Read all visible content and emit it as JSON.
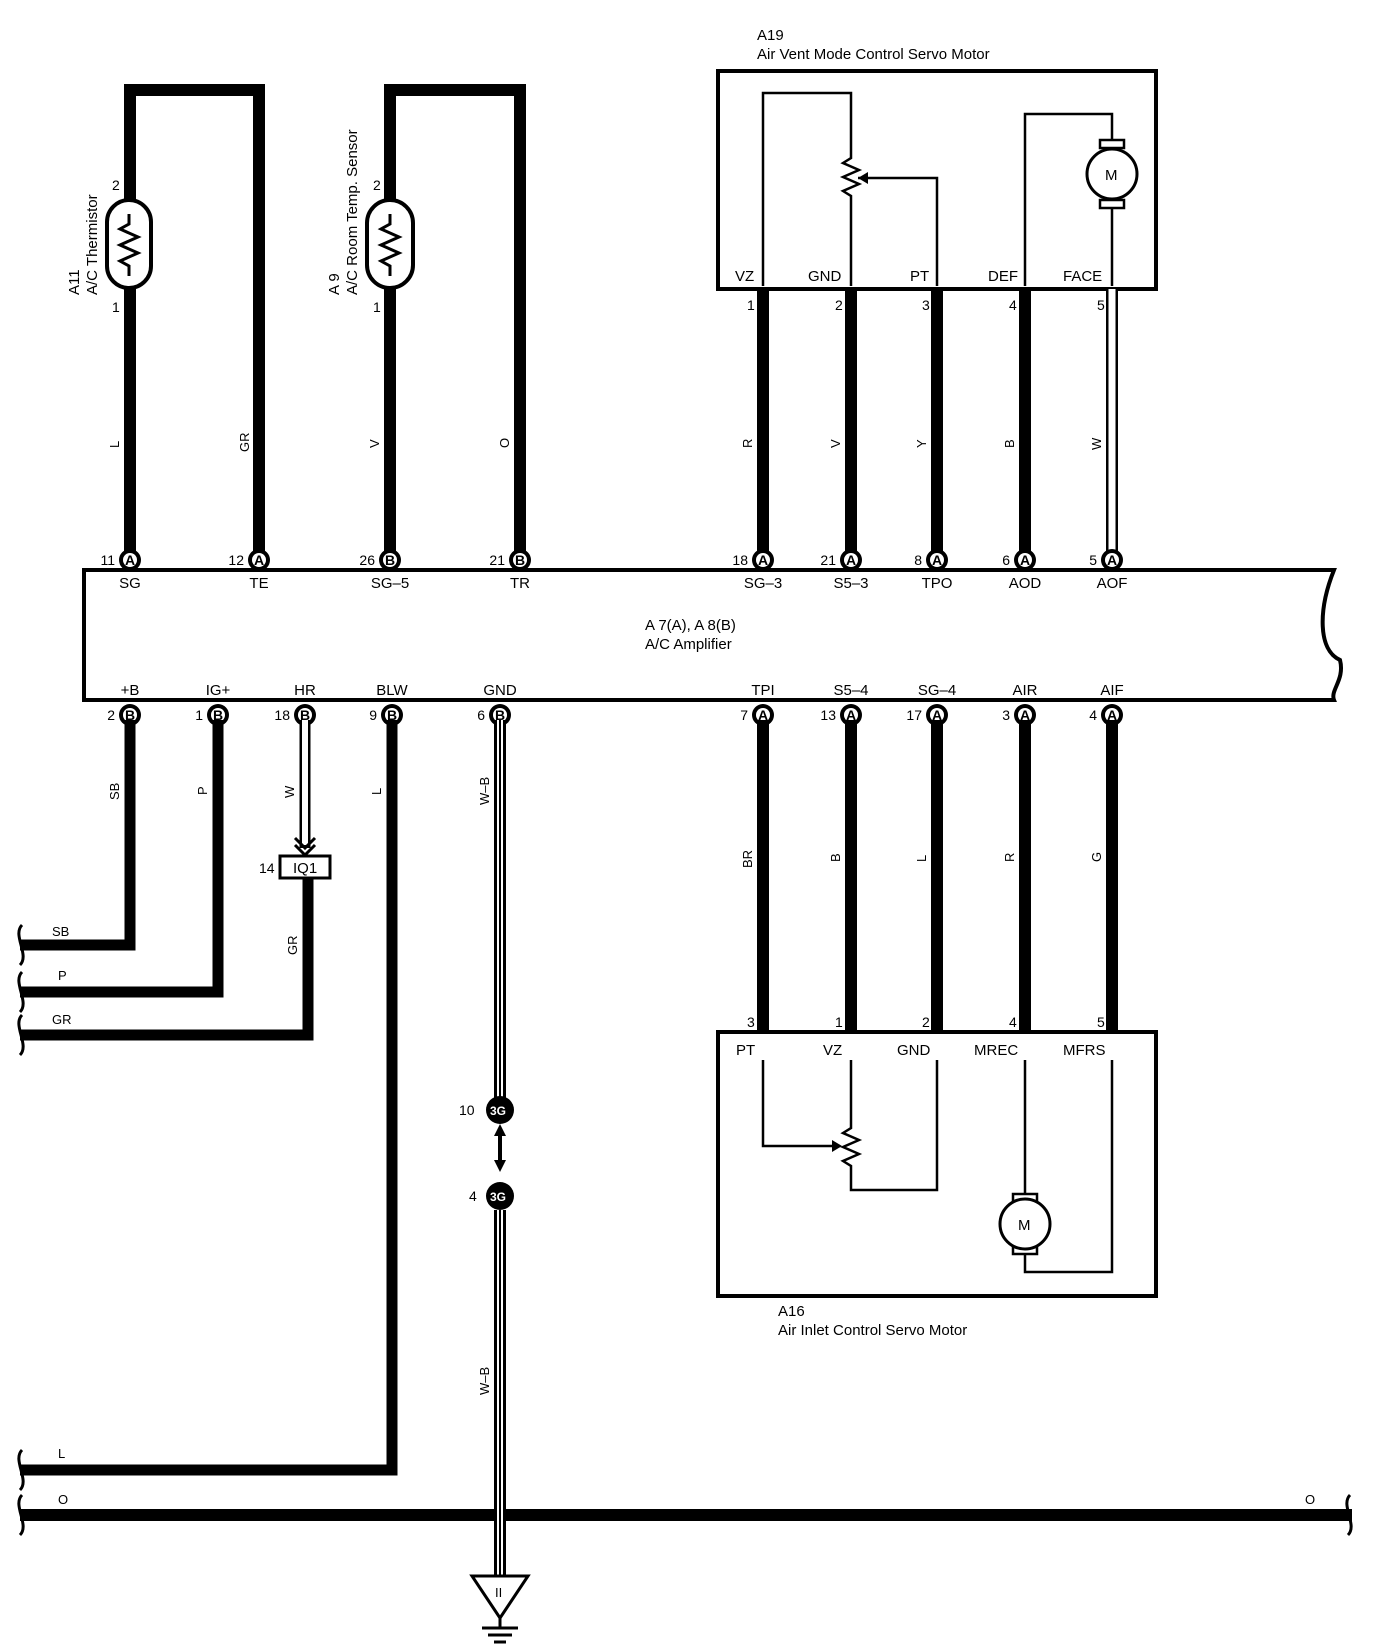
{
  "amplifier": {
    "id": "A 7(A), A 8(B)",
    "name": "A/C Amplifier",
    "top_terminals": [
      {
        "pin": "11",
        "conn": "A",
        "name": "SG",
        "wire": "L"
      },
      {
        "pin": "12",
        "conn": "A",
        "name": "TE",
        "wire": "GR"
      },
      {
        "pin": "26",
        "conn": "B",
        "name": "SG–5",
        "wire": "V"
      },
      {
        "pin": "21",
        "conn": "B",
        "name": "TR",
        "wire": "O"
      },
      {
        "pin": "18",
        "conn": "A",
        "name": "SG–3",
        "wire": "R"
      },
      {
        "pin": "21",
        "conn": "A",
        "name": "S5–3",
        "wire": "V"
      },
      {
        "pin": "8",
        "conn": "A",
        "name": "TPO",
        "wire": "Y"
      },
      {
        "pin": "6",
        "conn": "A",
        "name": "AOD",
        "wire": "B"
      },
      {
        "pin": "5",
        "conn": "A",
        "name": "AOF",
        "wire": "W"
      }
    ],
    "bottom_terminals": [
      {
        "pin": "2",
        "conn": "B",
        "name": "+B",
        "wire": "SB"
      },
      {
        "pin": "1",
        "conn": "B",
        "name": "IG+",
        "wire": "P"
      },
      {
        "pin": "18",
        "conn": "B",
        "name": "HR",
        "wire": "W"
      },
      {
        "pin": "9",
        "conn": "B",
        "name": "BLW",
        "wire": "L"
      },
      {
        "pin": "6",
        "conn": "B",
        "name": "GND",
        "wire": "W–B"
      },
      {
        "pin": "7",
        "conn": "A",
        "name": "TPI",
        "wire": "BR"
      },
      {
        "pin": "13",
        "conn": "A",
        "name": "S5–4",
        "wire": "B"
      },
      {
        "pin": "17",
        "conn": "A",
        "name": "SG–4",
        "wire": "L"
      },
      {
        "pin": "3",
        "conn": "A",
        "name": "AIR",
        "wire": "R"
      },
      {
        "pin": "4",
        "conn": "A",
        "name": "AIF",
        "wire": "G"
      }
    ]
  },
  "thermistor": {
    "id": "A11",
    "name": "A/C Thermistor",
    "pin_top": "2",
    "pin_bottom": "1"
  },
  "room_sensor": {
    "id": "A 9",
    "name": "A/C Room Temp.  Sensor",
    "pin_top": "2",
    "pin_bottom": "1"
  },
  "vent_motor": {
    "id": "A19",
    "name": "Air Vent Mode Control Servo Motor",
    "motor_label": "M",
    "terminals": [
      {
        "pin": "1",
        "name": "VZ"
      },
      {
        "pin": "2",
        "name": "GND"
      },
      {
        "pin": "3",
        "name": "PT"
      },
      {
        "pin": "4",
        "name": "DEF"
      },
      {
        "pin": "5",
        "name": "FACE"
      }
    ]
  },
  "inlet_motor": {
    "id": "A16",
    "name": "Air Inlet Control Servo Motor",
    "motor_label": "M",
    "terminals": [
      {
        "pin": "3",
        "name": "PT"
      },
      {
        "pin": "1",
        "name": "VZ"
      },
      {
        "pin": "2",
        "name": "GND"
      },
      {
        "pin": "4",
        "name": "MREC"
      },
      {
        "pin": "5",
        "name": "MFRS"
      }
    ]
  },
  "iq1": {
    "pin": "14",
    "label": "IQ1",
    "wire_out": "GR"
  },
  "ground_connectors": [
    {
      "pin": "10",
      "label": "3G"
    },
    {
      "pin": "4",
      "label": "3G"
    }
  ],
  "ground_wire_lower": "W–B",
  "ground_symbol": "II",
  "left_wires": [
    "SB",
    "P",
    "GR",
    "L",
    "O"
  ],
  "right_wire": "O"
}
